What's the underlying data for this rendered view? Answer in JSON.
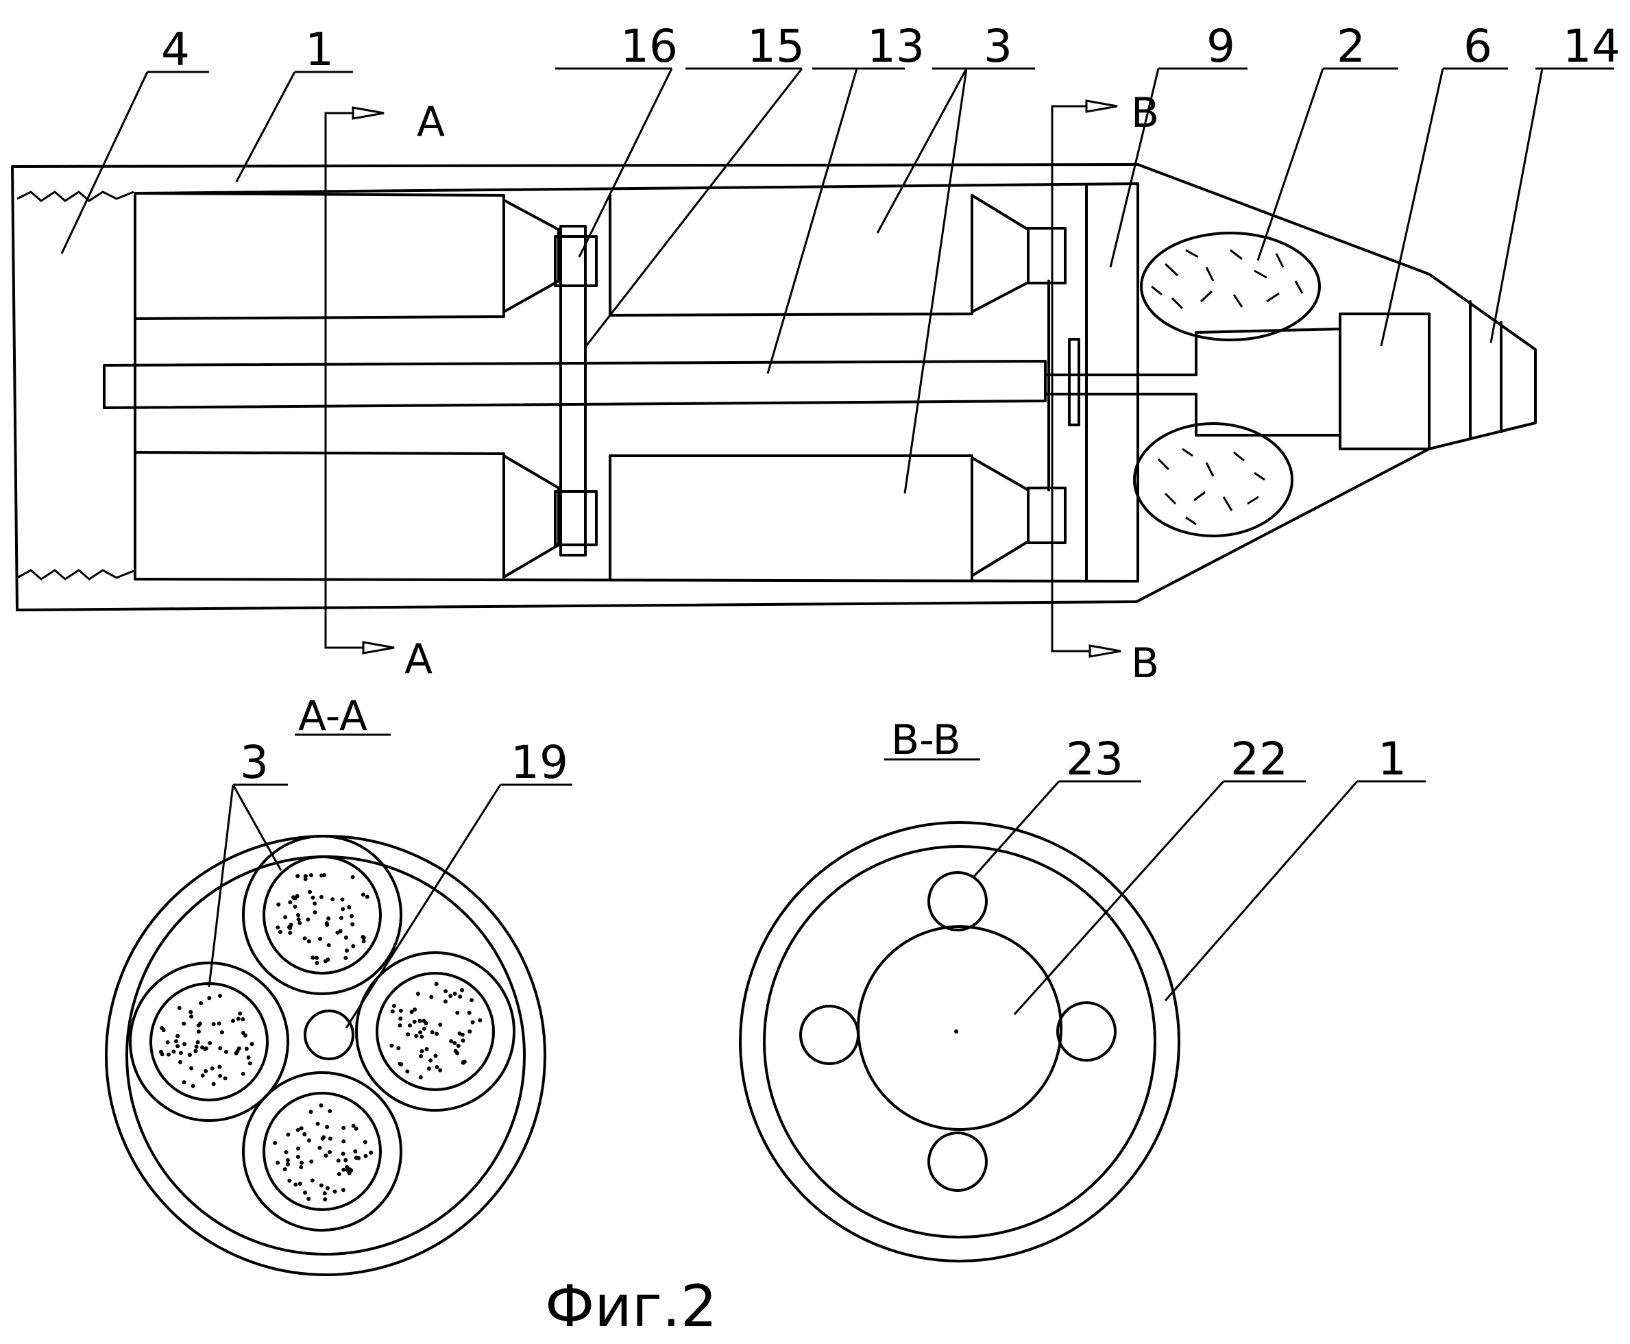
{
  "figure": {
    "caption": "Фиг.2",
    "section_a": {
      "title": "A-A",
      "marker_top": "A",
      "marker_bottom": "A"
    },
    "section_b": {
      "title": "B-B",
      "marker_top": "B",
      "marker_bottom": "B"
    },
    "main_labels": [
      "4",
      "1",
      "16",
      "15",
      "13",
      "3",
      "9",
      "2",
      "6",
      "14"
    ],
    "section_a_labels": [
      "3",
      "19"
    ],
    "section_b_labels": [
      "23",
      "22",
      "1"
    ]
  },
  "colors": {
    "ink": "#000000",
    "paper": "#ffffff"
  }
}
